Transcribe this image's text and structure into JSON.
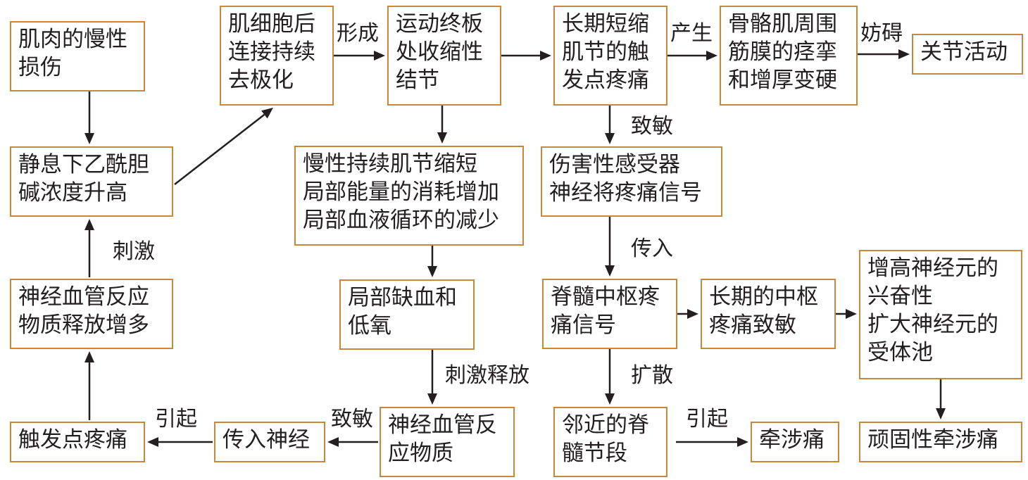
{
  "boxes": {
    "muscle_injury": "肌肉的慢性\n损伤",
    "ach_rise": "静息下乙酰胆\n碱浓度升高",
    "neuro_release_more": "神经血管反应\n物质释放增多",
    "trigger_pain_left": "触发点疼痛",
    "afferent_nerve": "传入神经",
    "neuro_substance": "神经血管反\n应物质",
    "post_synaptic": "肌细胞后\n连接持续\n去极化",
    "motor_endplate": "运动终板\n处收缩性\n结节",
    "chronic_shortening": "慢性持续肌节缩短\n局部能量的消耗增加\n局部血液循环的减少",
    "ischemia": "局部缺血和\n低氧",
    "long_term_trigger": "长期短缩\n肌节的触\n发点疼痛",
    "fascia": "骨骼肌周围\n筋膜的痉挛\n和增厚变硬",
    "joint_activity": "关节活动",
    "nociceptor": "伤害性感受器\n神经将疼痛信号",
    "spinal_signal": "脊髓中枢疼\n痛信号",
    "central_sensitization": "长期的中枢\n疼痛致敏",
    "neuron_excitability": "增高神经元的\n兴奋性\n扩大神经元的\n受体池",
    "adjacent_segment": "邻近的脊\n髓节段",
    "referred_pain": "牵涉痛",
    "persistent_referred_pain": "顽固性牵涉痛"
  },
  "labels": {
    "stimulate": "刺激",
    "form": "形成",
    "produce": "产生",
    "hinder": "妨碍",
    "sensitize_top": "致敏",
    "transmit": "传入",
    "spread": "扩散",
    "cause_right": "引起",
    "stimulate_release": "刺激释放",
    "sensitize_bottom": "致敏",
    "cause_left": "引起"
  }
}
